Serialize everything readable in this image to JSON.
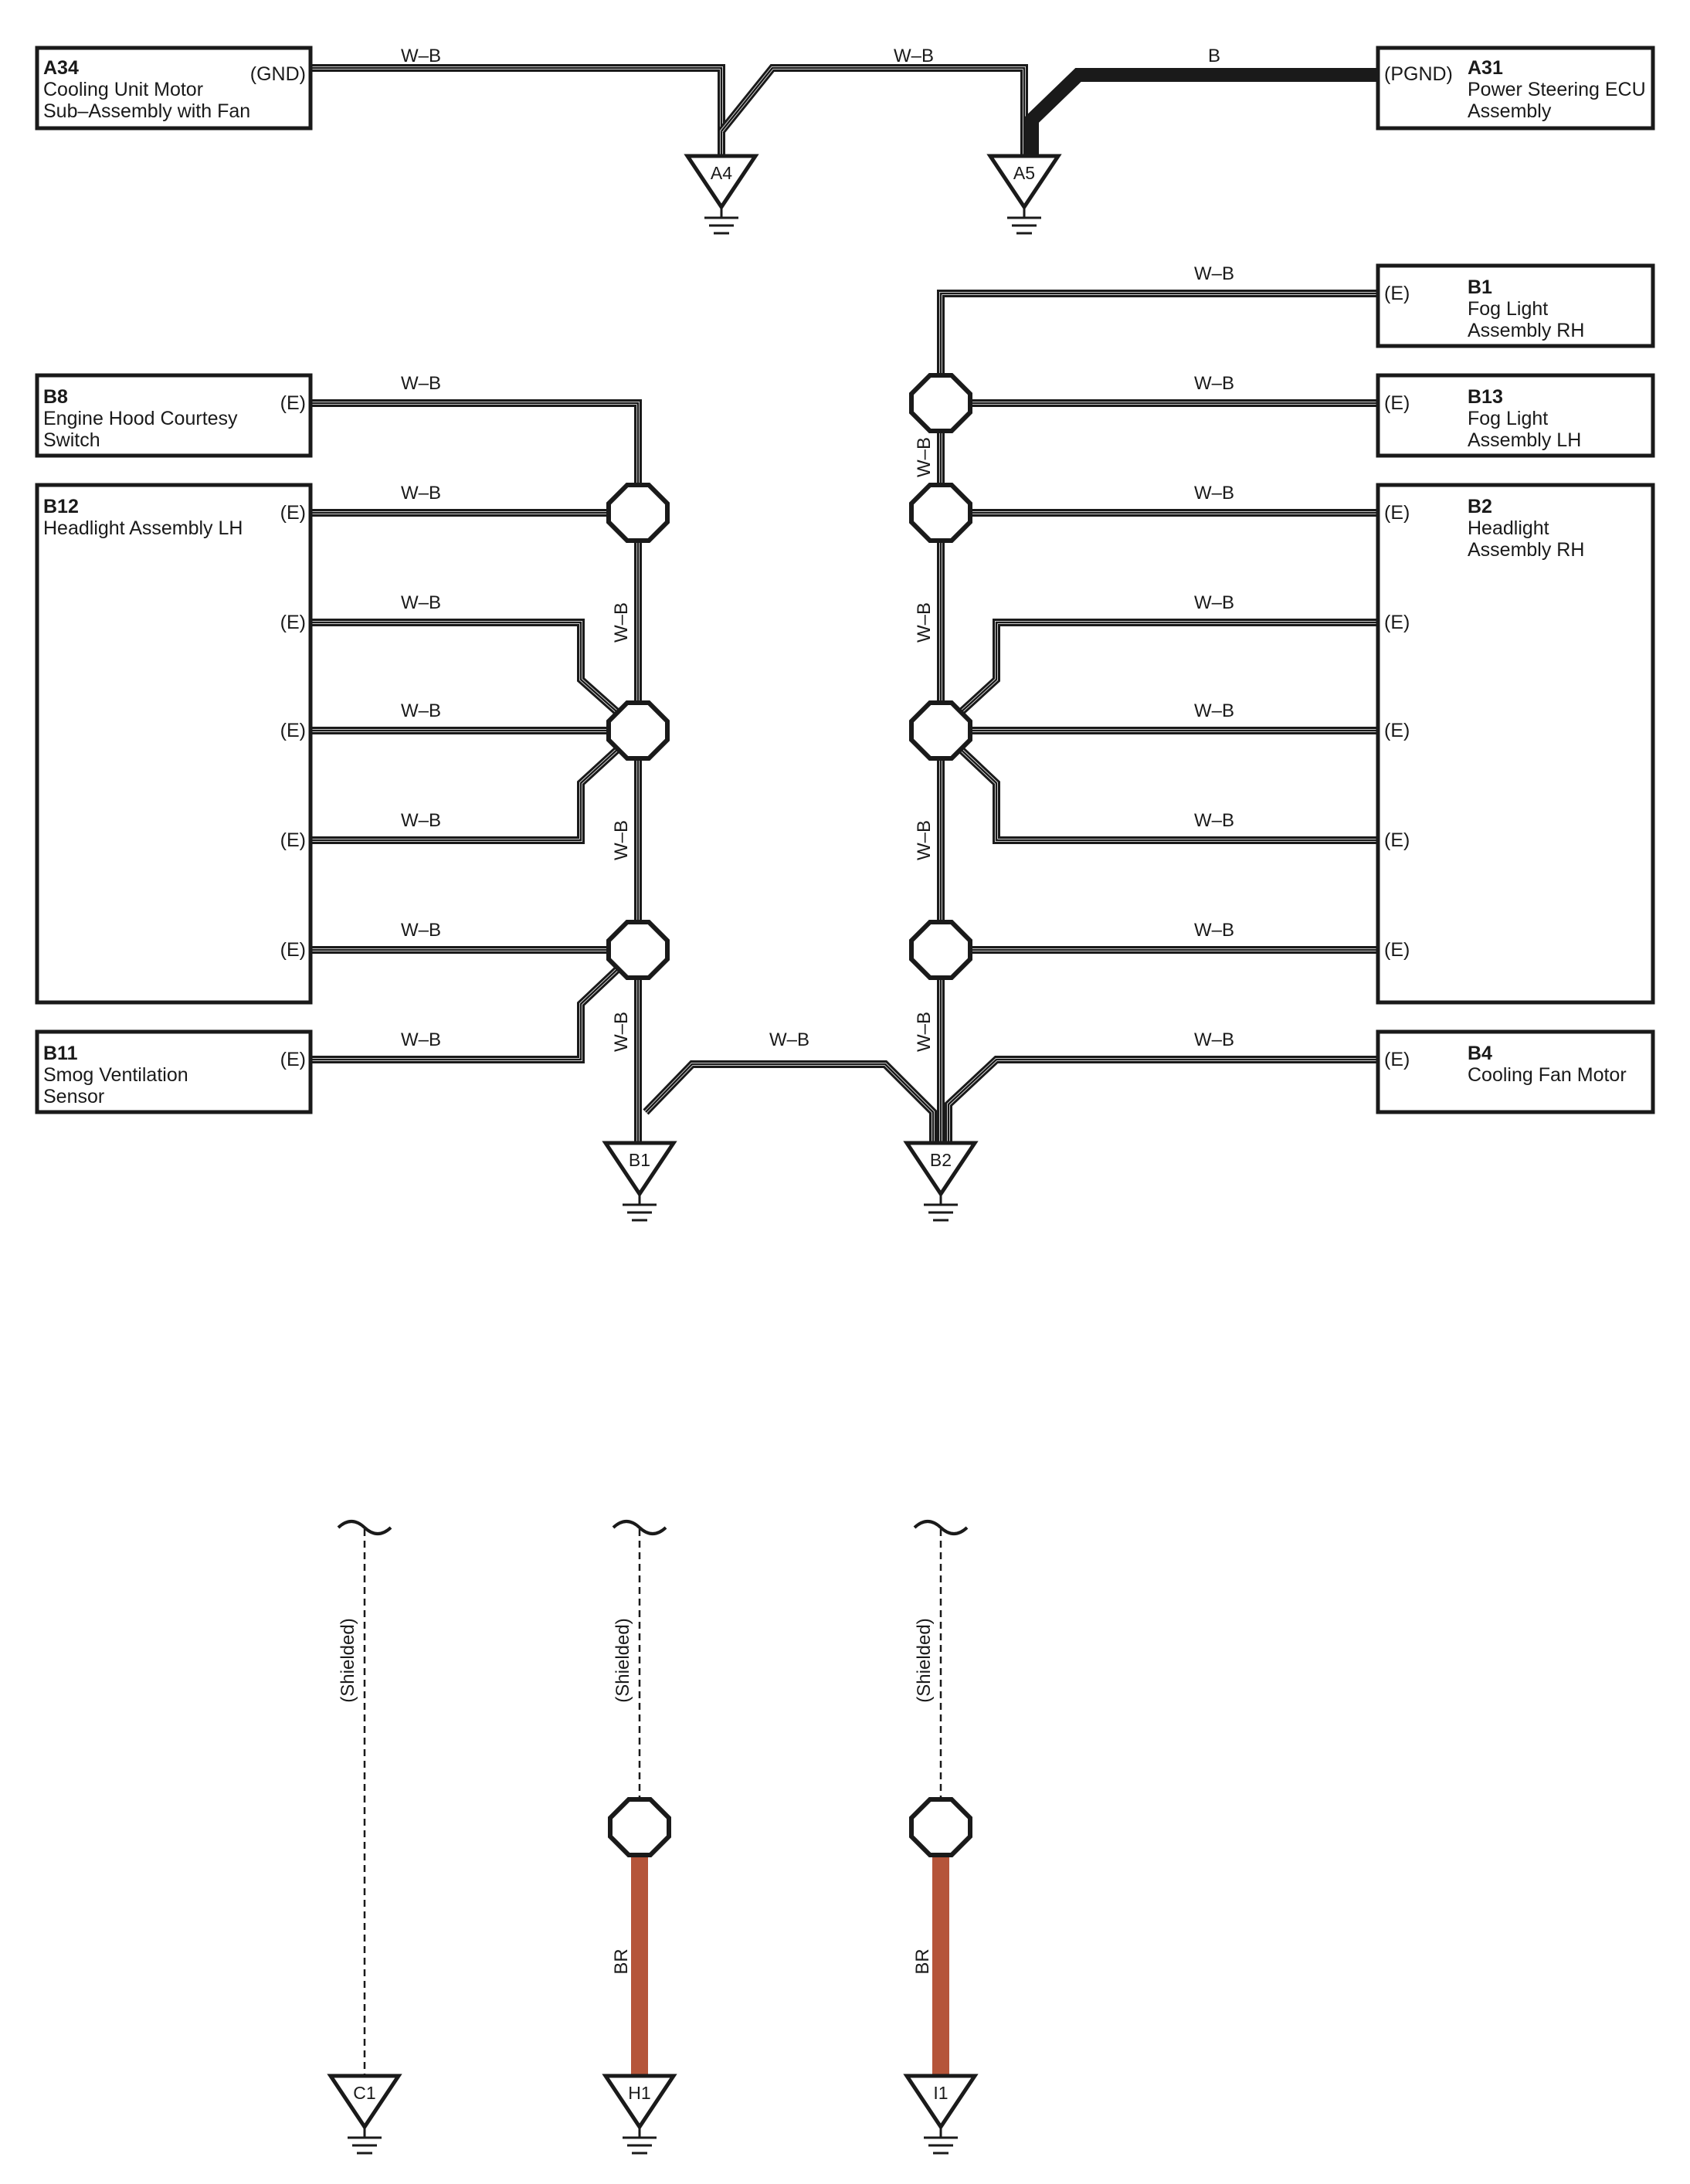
{
  "colors": {
    "wire_wb": "#1a1a1a",
    "wire_b": "#1a1a1a",
    "wire_br": "#b5553a",
    "background": "#ffffff"
  },
  "components": {
    "A34": {
      "code": "A34",
      "pin": "(GND)",
      "lines": [
        "Cooling Unit Motor",
        "Sub–Assembly with Fan"
      ]
    },
    "A31": {
      "code": "A31",
      "pin": "(PGND)",
      "lines": [
        "Power Steering ECU",
        "Assembly"
      ]
    },
    "B1": {
      "code": "B1",
      "pin": "(E)",
      "lines": [
        "Fog Light",
        "Assembly RH"
      ]
    },
    "B13": {
      "code": "B13",
      "pin": "(E)",
      "lines": [
        "Fog Light",
        "Assembly LH"
      ]
    },
    "B8": {
      "code": "B8",
      "pin": "(E)",
      "lines": [
        "Engine Hood Courtesy",
        "Switch"
      ]
    },
    "B12": {
      "code": "B12",
      "pin": "(E)",
      "lines": [
        "Headlight Assembly LH"
      ]
    },
    "B2": {
      "code": "B2",
      "pin": "(E)",
      "lines": [
        "Headlight",
        "Assembly RH"
      ]
    },
    "B11": {
      "code": "B11",
      "pin": "(E)",
      "lines": [
        "Smog Ventilation",
        "Sensor"
      ]
    },
    "B4": {
      "code": "B4",
      "pin": "(E)",
      "lines": [
        "Cooling Fan Motor"
      ]
    }
  },
  "wire_labels": {
    "wb": "W–B",
    "b": "B",
    "br": "BR",
    "shielded": "(Shielded)"
  },
  "grounds": {
    "A4": "A4",
    "A5": "A5",
    "B1": "B1",
    "B2": "B2",
    "C1": "C1",
    "H1": "H1",
    "I1": "I1"
  }
}
